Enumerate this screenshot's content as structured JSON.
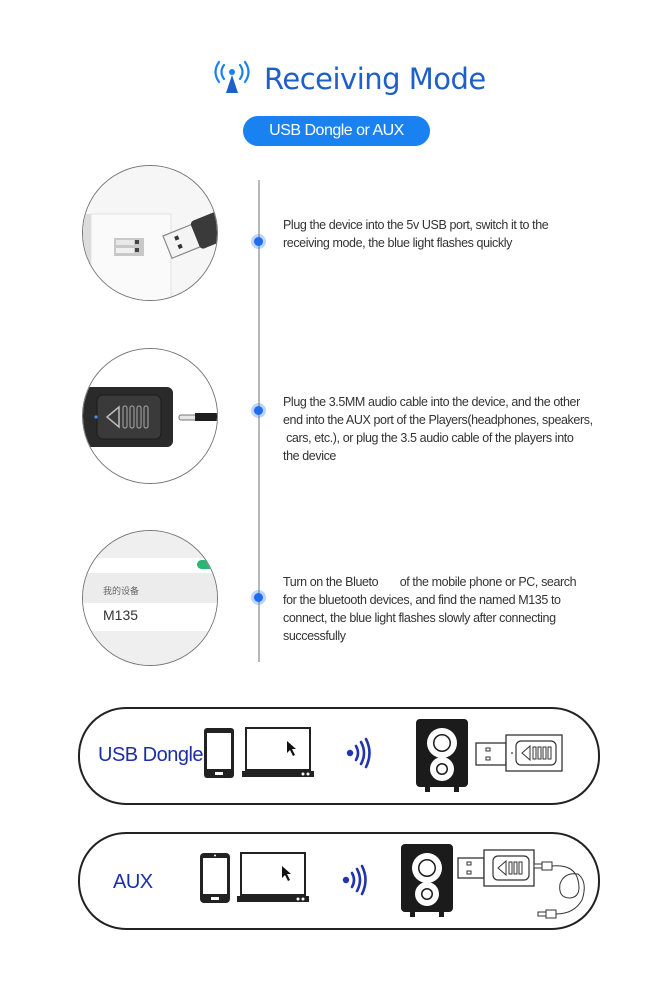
{
  "header": {
    "title": "Receiving Mode",
    "title_icon": "broadcast-antenna-icon",
    "subtitle_pill": "USB Dongle or AUX",
    "accent_color": "#1a82f0",
    "title_color": "#1f5fc9"
  },
  "steps": [
    {
      "image": "usb-port-illustration",
      "text_lines": [
        "Plug the device into the 5v USB port, switch it to the",
        "receiving mode, the blue light flashes quickly"
      ]
    },
    {
      "image": "aux-cable-device-illustration",
      "text_lines": [
        "Plug the 3.5MM audio cable into the device, and the other",
        "end into the AUX port of the Players(headphones, speakers,",
        " cars, etc.), or plug the 3.5 audio cable of the players into",
        "the device"
      ]
    },
    {
      "image": "bluetooth-list-illustration",
      "device_list_header": "我的设备",
      "device_name": "M135",
      "text_lines": [
        "Turn on the Blueto       of the mobile phone or PC, search",
        "for the bluetooth devices, and find the named M135 to",
        "connect, the blue light flashes slowly after connecting",
        "successfully"
      ]
    }
  ],
  "diagrams": [
    {
      "label": "USB Dongle",
      "icons": [
        "tablet-icon",
        "laptop-icon",
        "wireless-signal-icon",
        "speaker-icon",
        "usb-dongle-icon"
      ]
    },
    {
      "label": "AUX",
      "icons": [
        "phone-icon",
        "laptop-icon",
        "wireless-signal-icon",
        "speaker-icon",
        "usb-dongle-icon",
        "aux-cable-icon"
      ]
    }
  ]
}
